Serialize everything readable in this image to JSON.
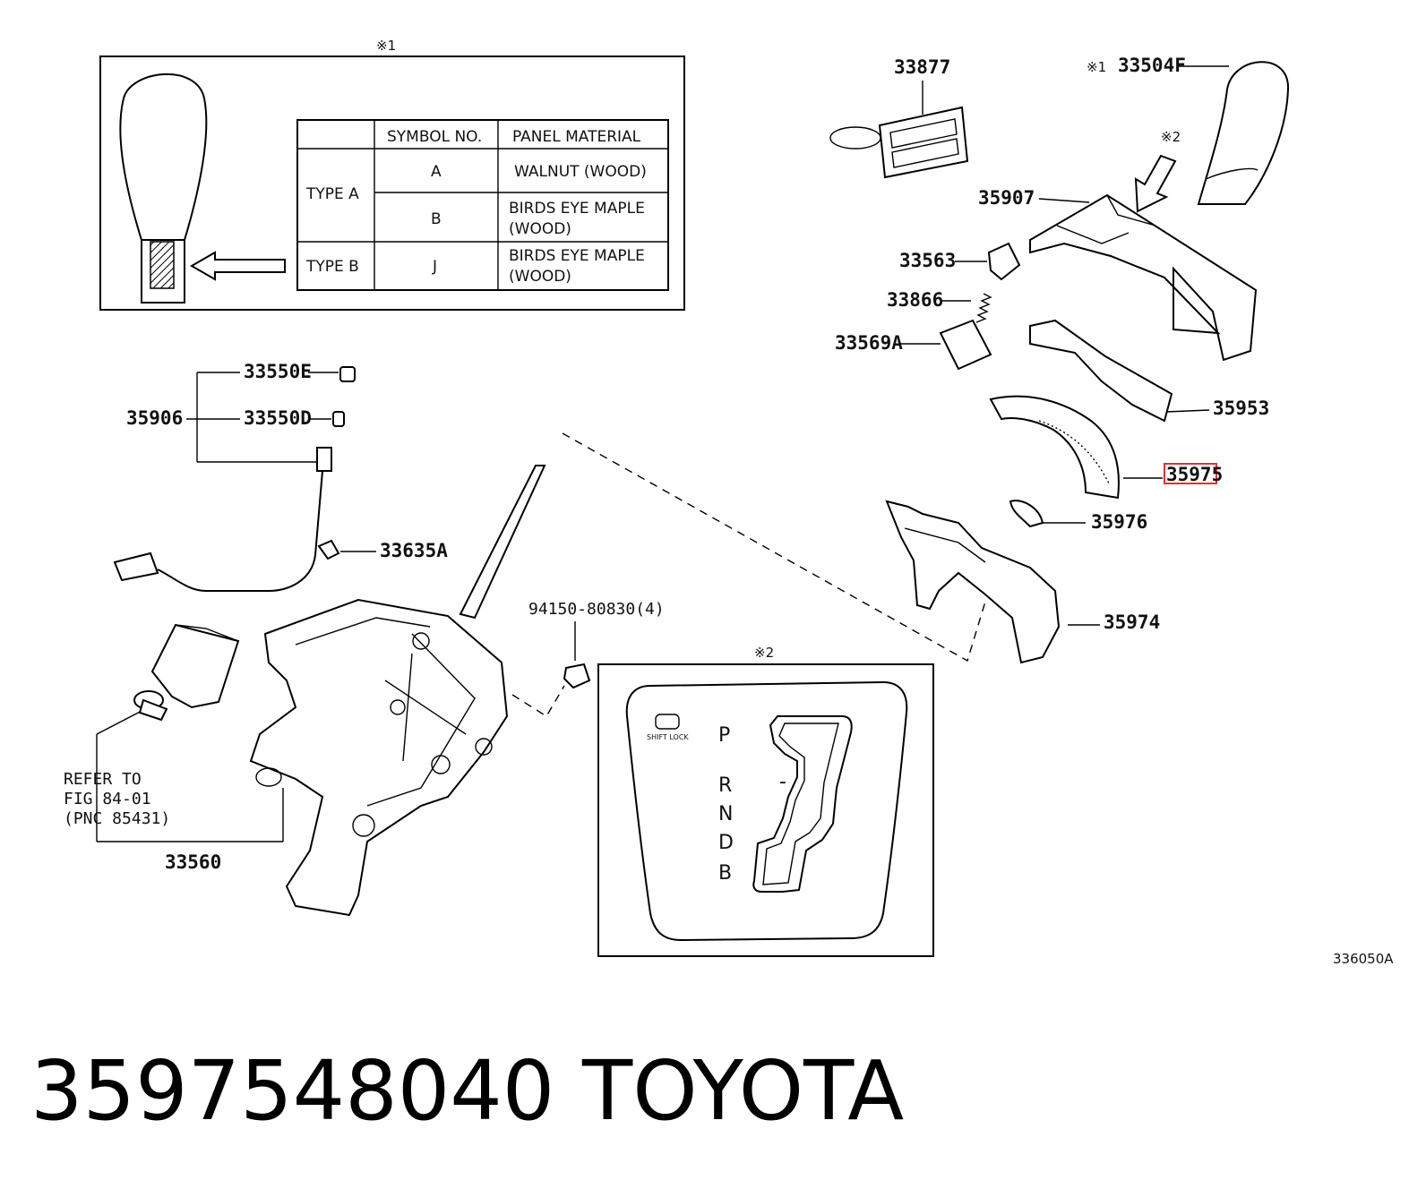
{
  "diagram": {
    "figure_id": "336050A",
    "inset1": {
      "marker": "※1",
      "table": {
        "headers": [
          "",
          "SYMBOL NO.",
          "PANEL MATERIAL"
        ],
        "type_a": "TYPE A",
        "type_b": "TYPE B",
        "rows": [
          {
            "symbol": "A",
            "material_line1": "WALNUT (WOOD)",
            "material_line2": ""
          },
          {
            "symbol": "B",
            "material_line1": "BIRDS EYE MAPLE",
            "material_line2": "(WOOD)"
          },
          {
            "symbol": "J",
            "material_line1": "BIRDS EYE MAPLE",
            "material_line2": "(WOOD)"
          }
        ]
      }
    },
    "inset2": {
      "marker": "※2",
      "shift_lock": "SHIFT LOCK",
      "positions": [
        "P",
        "R",
        "N",
        "D",
        "B"
      ],
      "dash": "-"
    },
    "labels": {
      "p33877": "33877",
      "p33504f_marker": "※1",
      "p33504f": "33504F",
      "arrow_marker": "※2",
      "p35907": "35907",
      "p33563": "33563",
      "p33866": "33866",
      "p33569a": "33569A",
      "p35953": "35953",
      "p35975": "35975",
      "p35976": "35976",
      "p35974": "35974",
      "p33550e": "33550E",
      "p35906": "35906",
      "p33550d": "33550D",
      "p33635a": "33635A",
      "p94150": "94150-80830(4)",
      "refer1": "REFER TO",
      "refer2": "FIG 84-01",
      "refer3": "(PNC 85431)",
      "p33560": "33560"
    },
    "highlighted_part": "35975"
  },
  "caption": {
    "part_number": "3597548040",
    "brand": "TOYOTA"
  }
}
